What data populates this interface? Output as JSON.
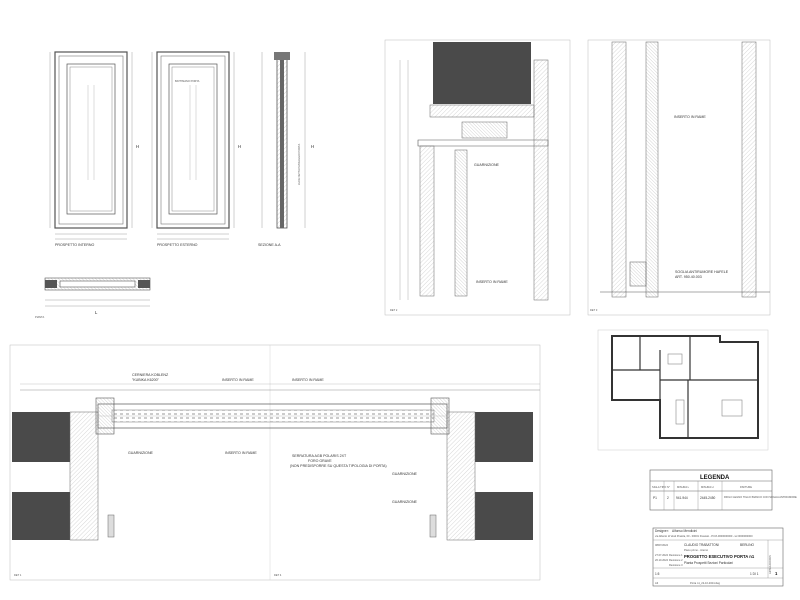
{
  "door_views": {
    "front_internal": "PROSPETTO INTERNO",
    "front_external": "PROSPETTO ESTERNO",
    "section_aa": "SEZIONE A-A",
    "plan_label": "PIANTA",
    "panel_note": "BATTIMANO PORTA",
    "height_label": "H",
    "length_label": "L",
    "light_label": "LUCE NETTA PASSAGGIO PORTA"
  },
  "details": {
    "section_labels": [
      "DET 2",
      "DET 3",
      "DET 1",
      "DET 4"
    ],
    "guarnizione": "GUARNIZIONE",
    "inserto_rame": "INSERTO IN RAME",
    "soglia_line1": "SOGLIA ANTIRUMORE HAFELE",
    "soglia_line2": "ART. 950.40.003",
    "cerniera_line1": "CERNIERA KOBLENZ",
    "cerniera_line2": "\"KUBIKA K6200\"",
    "serratura_line1": "SERRATURA AGB POLARIS 2XT",
    "serratura_line2": "FORO GRAVE",
    "serratura_line3": "(NON PREDISPORRE SU QUESTA TIPOLOGIA DI PORTA)"
  },
  "legend": {
    "title": "LEGENDA",
    "headers": [
      "SIGLA TIPO",
      "N°",
      "MISURA L",
      "MISURA H",
      "FINITURE"
    ],
    "row": [
      "P1",
      "2",
      "941-944",
      "2445-2450",
      "RIFILO LEGNO TIGLIO BIANCO CON SOGLIA ANTIRUMORE"
    ]
  },
  "titleblock": {
    "client_label": "Designer: ",
    "client_name": "Alfonso Mendicini",
    "address": "via Alberto di Vesti Pratola, 00 - 00001 Frascati - P.IVA 0000000000 - tel 0000000000",
    "dates": [
      "08/07/2024",
      "27.07.2024",
      "26.10.2024"
    ],
    "revs": [
      "Revisione 1",
      "Revisione 2",
      "Revisione 3"
    ],
    "owner": "CLAUDIO TRABATTONI",
    "city": "BERLINO",
    "plan_note": "Piano primo - interno",
    "project_title": "PROGETTO ESECUTIVO PORTA n1",
    "project_sub": "Pianta Prospetti Sezioni Particolari",
    "brand": "ARTEA DOORS",
    "scale": "1:5",
    "sheet_no": "1",
    "page": "1 DI 1",
    "format": "A3",
    "file": "Porta n1_22-10-2024.dwg"
  },
  "colors": {
    "line": "#555555",
    "fill_dark": "#4a4a4a",
    "fill_mid": "#888888",
    "hatch": "#bbbbbb",
    "accent": "#3a7ab8"
  }
}
